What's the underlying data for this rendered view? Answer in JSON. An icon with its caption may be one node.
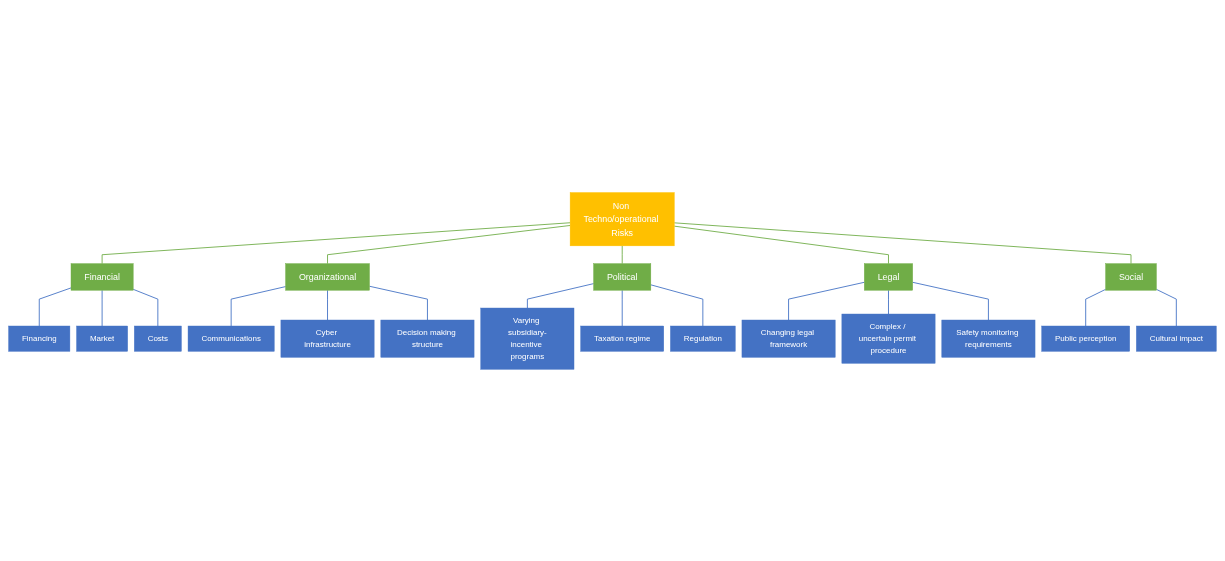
{
  "diagram": {
    "nodes": [
      {
        "text": [
          "Non Techno/operational Risks"
        ]
      },
      {
        "text": [
          "Financial"
        ]
      },
      {
        "text": [
          "Organizational"
        ]
      },
      {
        "text": [
          "Political"
        ]
      },
      {
        "text": [
          "Legal"
        ]
      },
      {
        "text": [
          "Social"
        ]
      },
      {
        "text": [
          "Financing"
        ]
      },
      {
        "text": [
          "Market"
        ]
      },
      {
        "text": [
          "Costs"
        ]
      },
      {
        "text": [
          "Communications"
        ]
      },
      {
        "text": [
          "Cyber infrastructure"
        ]
      },
      {
        "text": [
          "Decision making structure"
        ]
      },
      {
        "text": [
          "Varying subsidiary-incentive programs"
        ]
      },
      {
        "text": [
          "Taxation regime"
        ]
      },
      {
        "text": [
          "Regulation"
        ]
      },
      {
        "text": [
          "Changing legal framework"
        ]
      },
      {
        "text": [
          "Complex / uncertain permit procedure"
        ]
      },
      {
        "text": [
          "Safety monitoring requirements"
        ]
      },
      {
        "text": [
          "Public perception"
        ]
      },
      {
        "text": [
          "Cultural impact"
        ]
      }
    ],
    "edges": [
      {
        "from": 0,
        "to": 1,
        "arrow": "none",
        "color": "#70ad47"
      },
      {
        "from": 0,
        "to": 2,
        "arrow": "none",
        "color": "#70ad47"
      },
      {
        "from": 0,
        "to": 3,
        "arrow": "none",
        "color": "#70ad47"
      },
      {
        "from": 0,
        "to": 4,
        "arrow": "none",
        "color": "#70ad47"
      },
      {
        "from": 0,
        "to": 5,
        "arrow": "none",
        "color": "#70ad47"
      },
      {
        "from": 1,
        "to": 6,
        "arrow": "none"
      },
      {
        "from": 1,
        "to": 7,
        "arrow": "none"
      },
      {
        "from": 1,
        "to": 8,
        "arrow": "none"
      },
      {
        "from": 2,
        "to": 9,
        "arrow": "none"
      },
      {
        "from": 2,
        "to": 10,
        "arrow": "none"
      },
      {
        "from": 2,
        "to": 11,
        "arrow": "none"
      },
      {
        "from": 3,
        "to": 12,
        "arrow": "none"
      },
      {
        "from": 3,
        "to": 13,
        "arrow": "none"
      },
      {
        "from": 3,
        "to": 14,
        "arrow": "none"
      },
      {
        "from": 4,
        "to": 15,
        "arrow": "none"
      },
      {
        "from": 4,
        "to": 16,
        "arrow": "none"
      },
      {
        "from": 4,
        "to": 17,
        "arrow": "none"
      },
      {
        "from": 5,
        "to": 18,
        "arrow": "none"
      },
      {
        "from": 5,
        "to": 19,
        "arrow": "none"
      }
    ]
  }
}
